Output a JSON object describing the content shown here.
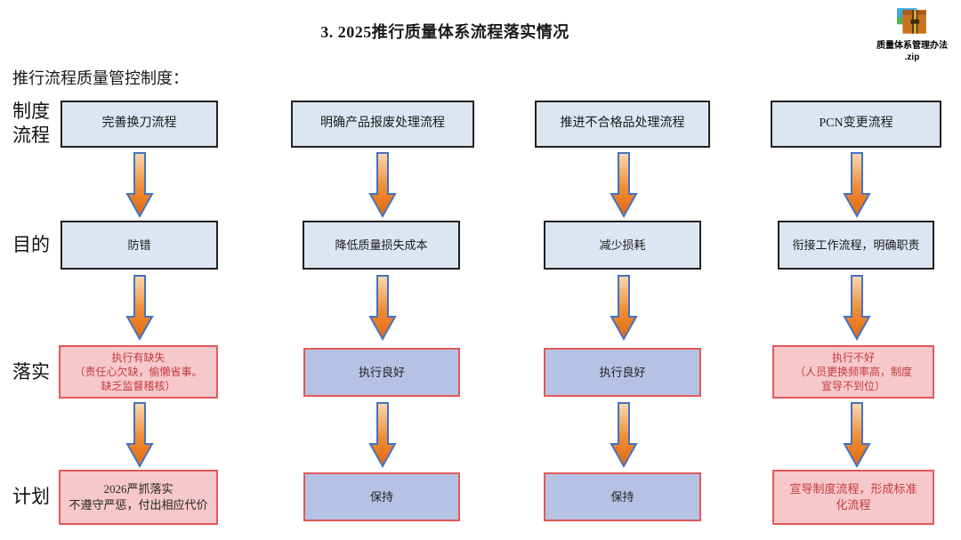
{
  "title": "3. 2025推行质量体系流程落实情况",
  "subtitle": "推行流程质量管控制度：",
  "attachment": {
    "icon": "zip-archive-icon",
    "name": "质量体系管理办法",
    "ext": ".zip"
  },
  "row_labels": {
    "process": "制度\n流程",
    "purpose": "目的",
    "implementation": "落实",
    "plan": "计划"
  },
  "columns": [
    {
      "process": "完善换刀流程",
      "purpose": "防错",
      "implementation": "执行有缺失\n（责任心欠缺，偷懒省事。\n缺乏监督稽核）",
      "plan": "2026严抓落实\n不遵守严惩，付出相应代价"
    },
    {
      "process": "明确产品报废处理流程",
      "purpose": "降低质量损失成本",
      "implementation": "执行良好",
      "plan": "保持"
    },
    {
      "process": "推进不合格品处理流程",
      "purpose": "减少损耗",
      "implementation": "执行良好",
      "plan": "保持"
    },
    {
      "process": "PCN变更流程",
      "purpose": "衔接工作流程，明确职责",
      "implementation": "执行不好\n（人员更换频率高，制度\n宣导不到位）",
      "plan": "宣导制度流程，形成标准\n化流程"
    }
  ],
  "colors": {
    "box_blue_fill": "#dce6f2",
    "box_dark_border": "#212121",
    "box_lavender_fill": "#b6c2e4",
    "box_pink_fill": "#f7c8cb",
    "box_red_border": "#e05a5a",
    "red_text": "#c43c3c",
    "arrow_fill_top": "#fcd9b0",
    "arrow_fill_bottom": "#e2690f",
    "arrow_border": "#4472c4"
  }
}
